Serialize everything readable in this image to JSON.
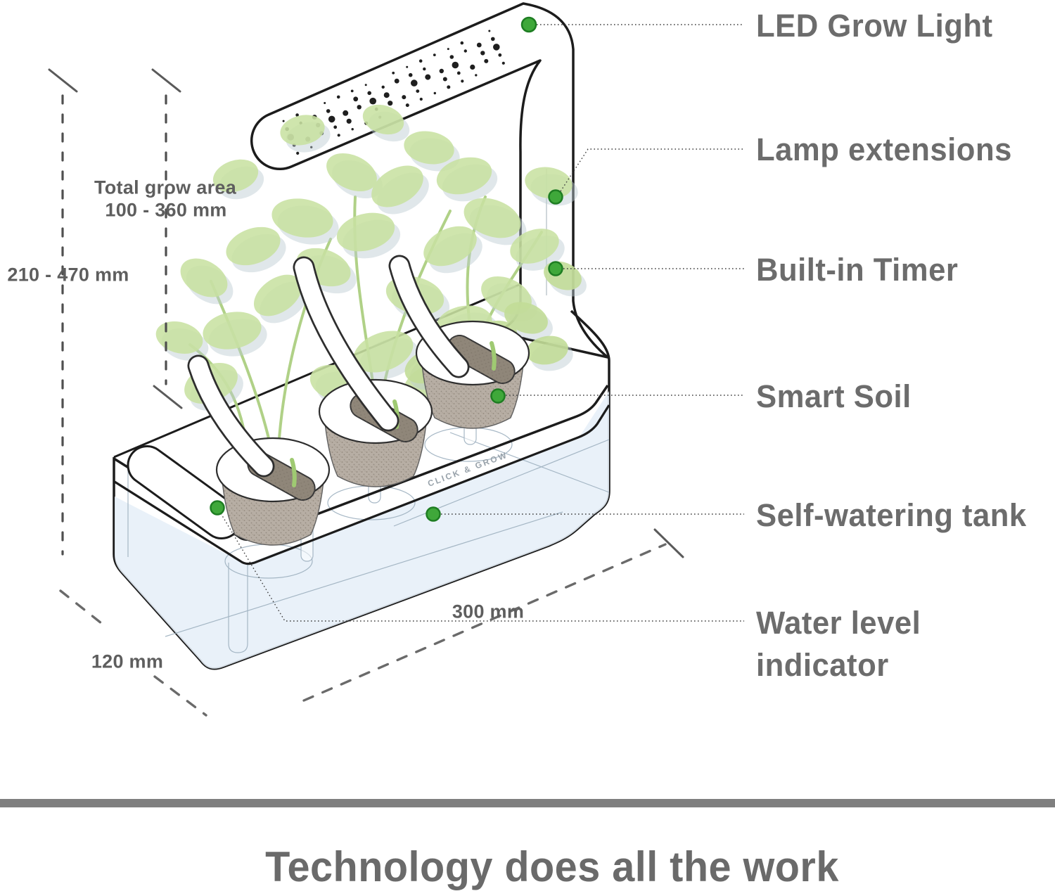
{
  "diagram": {
    "marker_color": "#3fa83a",
    "marker_edge_color": "#1e7d22",
    "callouts": [
      {
        "id": "led-grow-light",
        "label": "LED Grow Light"
      },
      {
        "id": "lamp-extensions",
        "label": "Lamp extensions"
      },
      {
        "id": "built-in-timer",
        "label": "Built-in Timer"
      },
      {
        "id": "smart-soil",
        "label": "Smart Soil"
      },
      {
        "id": "self-watering-tank",
        "label": "Self-watering tank"
      },
      {
        "id": "water-level-indicator",
        "label": "Water level indicator"
      }
    ],
    "dimensions": {
      "grow_area_title": "Total grow area",
      "grow_area_range": "100 - 360 mm",
      "height_range": "210 - 470 mm",
      "width_label": "300 mm",
      "depth_label": "120 mm"
    },
    "brand_text": "CLICK & GROW"
  },
  "footer": {
    "headline": "Technology does all the work"
  }
}
